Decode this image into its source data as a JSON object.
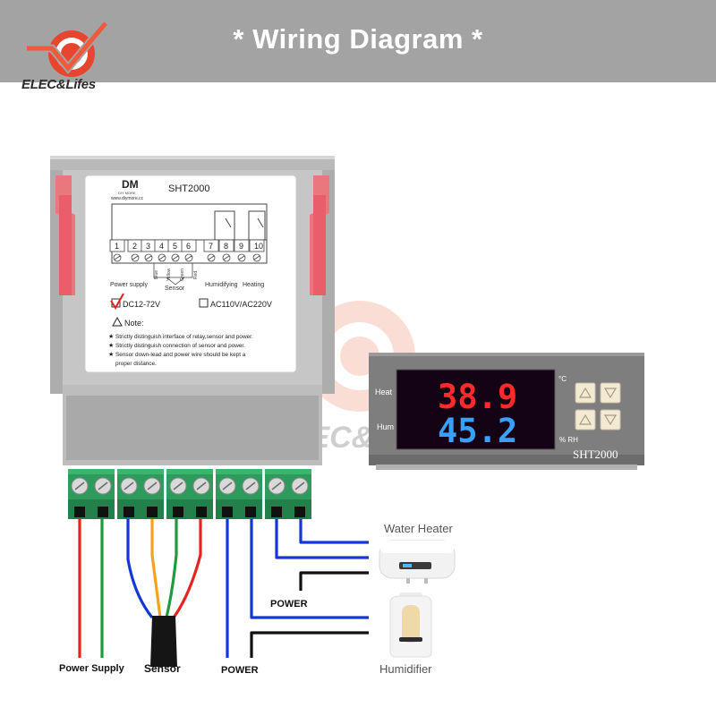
{
  "header": {
    "title": "* Wiring Diagram *",
    "brand": "ELEC&Lifes"
  },
  "watermark": {
    "text": "ELEC&Lifes"
  },
  "label_panel": {
    "brand_logo": "DM",
    "brand_sub": "DIY MORE",
    "brand_url": "www.diymore.cc",
    "model": "SHT2000",
    "terminals": [
      "1",
      "2",
      "3",
      "4",
      "5",
      "6",
      "7",
      "8",
      "9",
      "10"
    ],
    "wire_colors": [
      "Blue",
      "Yellow",
      "Green",
      "Red"
    ],
    "groups": {
      "power": "Power supply",
      "sensor": "Sensor",
      "humidifying": "Humidifying",
      "heating": "Heating"
    },
    "voltage_checked": "DC12-72V",
    "voltage_other": "AC110V/AC220V",
    "note_title": "Note:",
    "notes": [
      "Strictly distinguish interface of relay,sensor and power.",
      "Strictly distinguish connection of sensor and power.",
      "Sensor down-lead and power wire should be kept a",
      "proper distance."
    ]
  },
  "controller": {
    "heat_label": "Heat",
    "hum_label": "Hum",
    "temp_reading": "38.9",
    "hum_reading": "45.2",
    "unit_c": "°C",
    "unit_rh": "% RH",
    "model": "SHT2000"
  },
  "bottom_labels": {
    "power_supply": "Power Supply",
    "sensor": "Sensor",
    "power_left": "POWER",
    "power_right": "POWER"
  },
  "devices": {
    "water_heater": "Water Heater",
    "humidifier": "Humidifier"
  },
  "colors": {
    "header_bg": "#a3a3a3",
    "terminal_green": "#2e9a5c",
    "wire_red": "#e52420",
    "wire_green": "#1f9a3e",
    "wire_blue": "#1437d6",
    "wire_yellow": "#f2a31b",
    "wire_black": "#111111",
    "display_red": "#ff2a2a",
    "display_blue": "#3aa0ff"
  }
}
